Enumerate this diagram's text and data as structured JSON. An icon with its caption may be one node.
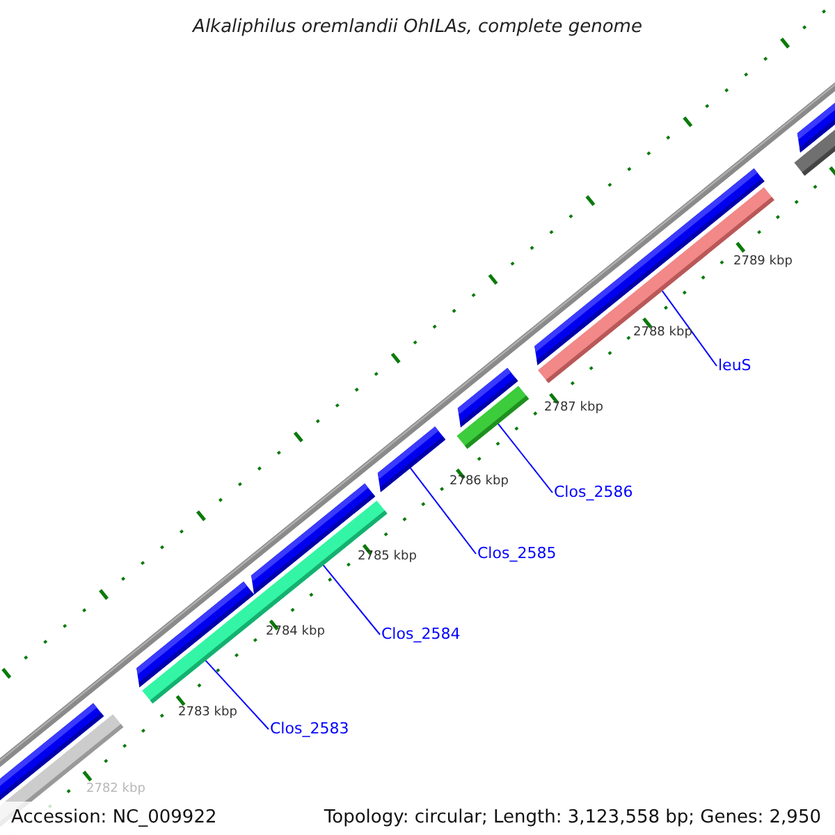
{
  "diagram": {
    "title": "Alkaliphilus oremlandii OhILAs, complete genome",
    "nodes": [
      {
        "text": [
          "leuS"
        ]
      },
      {
        "text": [
          "Clos_2586"
        ]
      },
      {
        "text": [
          "Clos_2585"
        ]
      },
      {
        "text": [
          "Clos_2584"
        ]
      },
      {
        "text": [
          "Clos_2583"
        ]
      },
      {
        "text": [],
        "shape": "bar"
      },
      {
        "text": [],
        "shape": "bar"
      },
      {
        "text": [],
        "shape": "bar"
      },
      {
        "text": [],
        "shape": "bar"
      }
    ],
    "edges": [
      {
        "from": 0,
        "to": 8,
        "arrow": "none"
      },
      {
        "from": 1,
        "to": 7,
        "arrow": "none"
      },
      {
        "from": 2,
        "to": 6,
        "arrow": "none"
      },
      {
        "from": 3,
        "to": 5,
        "arrow": "none"
      },
      {
        "from": 4,
        "to": 5,
        "arrow": "none"
      }
    ],
    "labels": [
      "2789 kbp",
      "2788 kbp",
      "2787 kbp",
      "2786 kbp",
      "2785 kbp",
      "2784 kbp",
      "2783 kbp",
      "2782 kbp",
      "Accession: NC_009922",
      "Topology: circular; Length: 3,123,558 bp; Genes: 2,950"
    ]
  }
}
